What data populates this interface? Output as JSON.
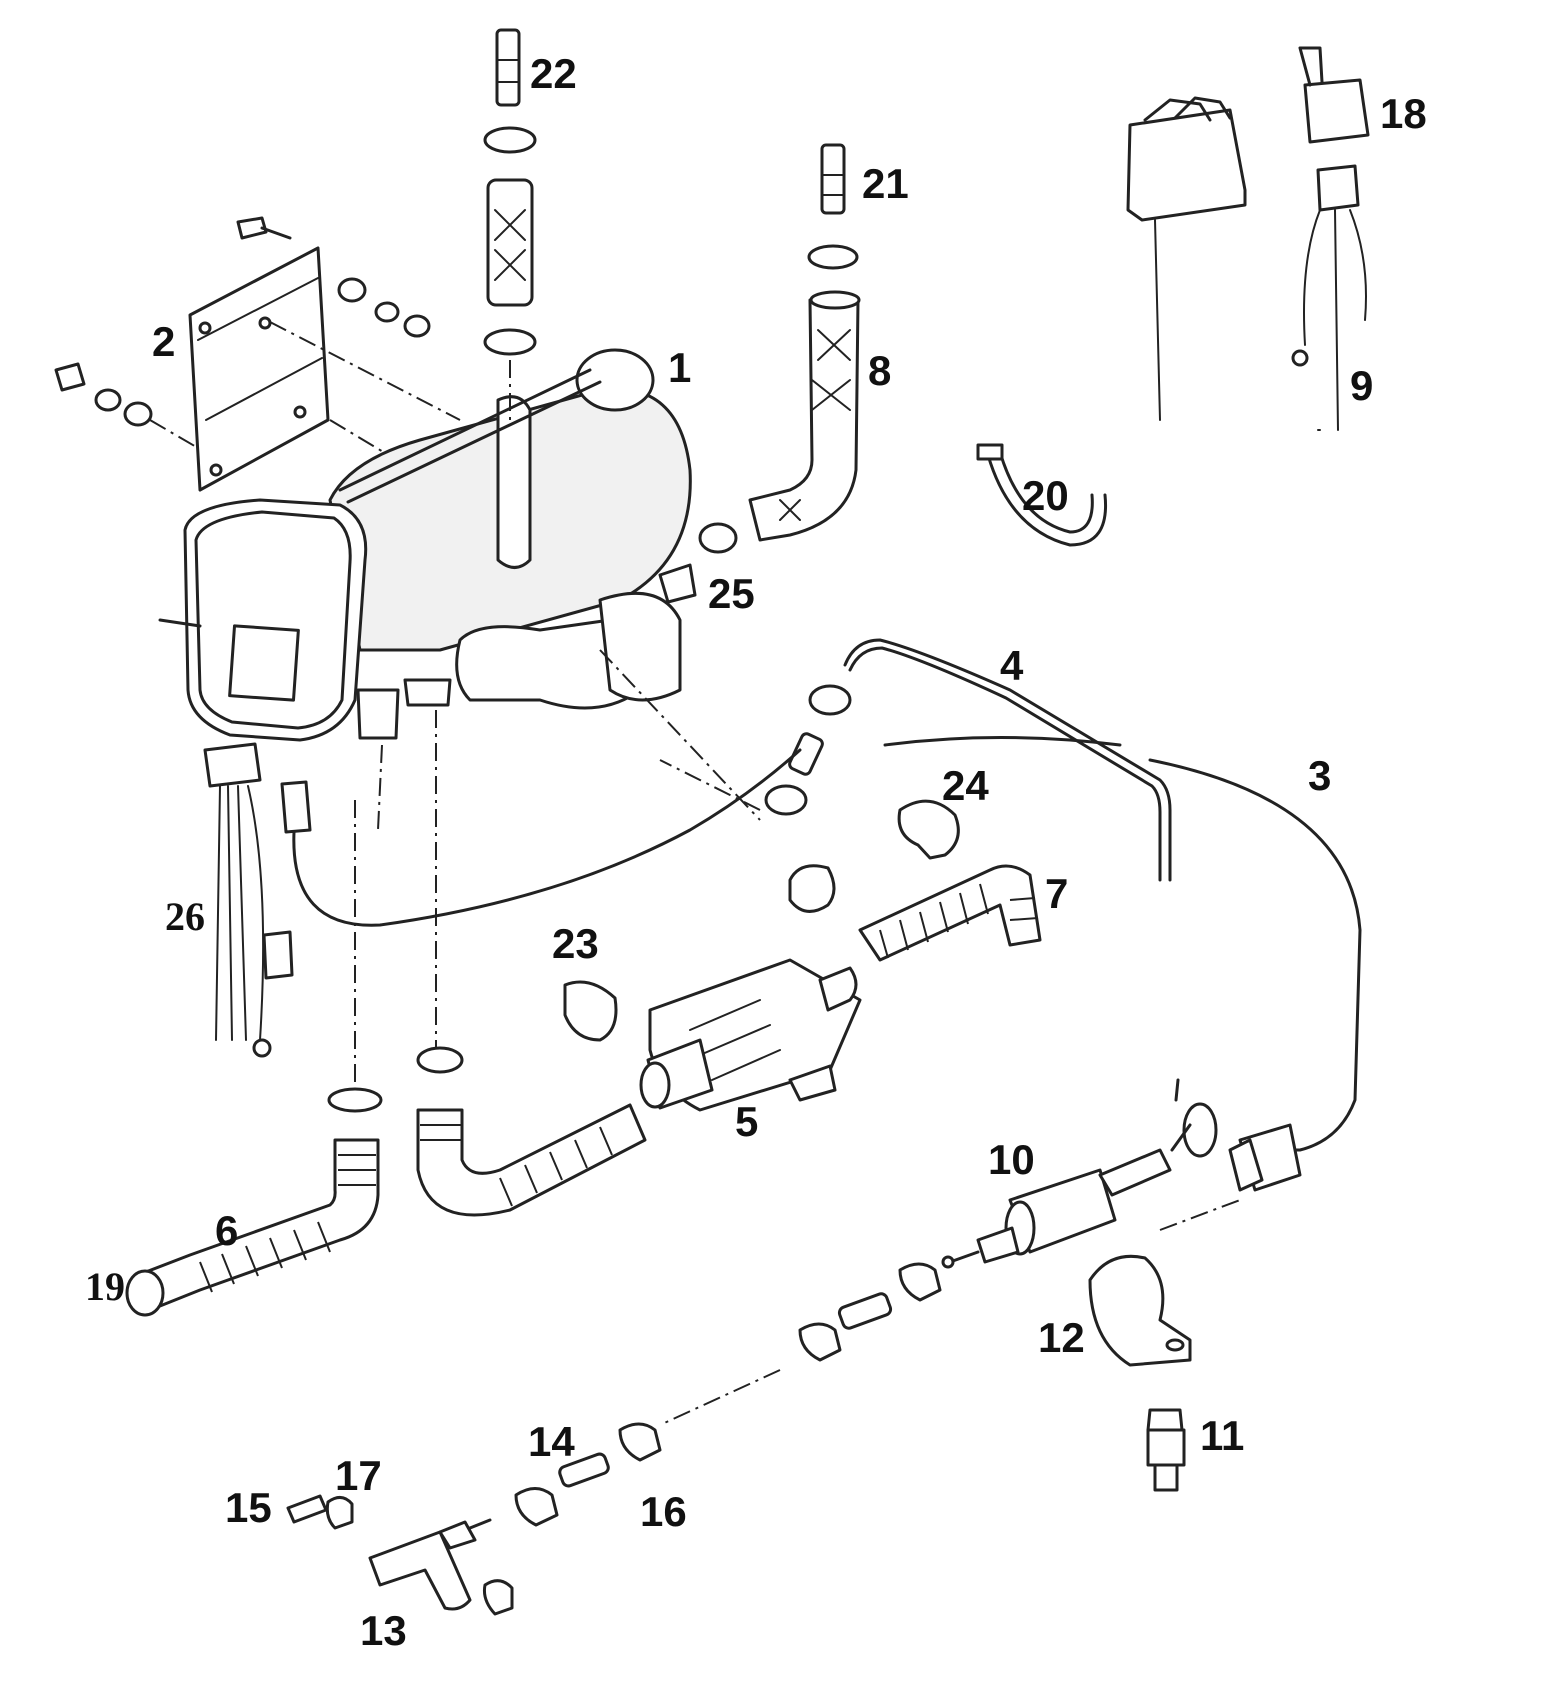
{
  "diagram": {
    "callouts": [
      {
        "key": "p1",
        "text": "1"
      },
      {
        "key": "p2",
        "text": "2"
      },
      {
        "key": "p3",
        "text": "3"
      },
      {
        "key": "p4",
        "text": "4"
      },
      {
        "key": "p5",
        "text": "5"
      },
      {
        "key": "p6",
        "text": "6"
      },
      {
        "key": "p7",
        "text": "7"
      },
      {
        "key": "p8",
        "text": "8"
      },
      {
        "key": "p9",
        "text": "9"
      },
      {
        "key": "p10",
        "text": "10"
      },
      {
        "key": "p11",
        "text": "11"
      },
      {
        "key": "p12",
        "text": "12"
      },
      {
        "key": "p13",
        "text": "13"
      },
      {
        "key": "p14",
        "text": "14"
      },
      {
        "key": "p15",
        "text": "15"
      },
      {
        "key": "p16",
        "text": "16"
      },
      {
        "key": "p17",
        "text": "17"
      },
      {
        "key": "p18",
        "text": "18"
      },
      {
        "key": "p19",
        "text": "19"
      },
      {
        "key": "p20",
        "text": "20"
      },
      {
        "key": "p21",
        "text": "21"
      },
      {
        "key": "p22",
        "text": "22"
      },
      {
        "key": "p23",
        "text": "23"
      },
      {
        "key": "p24",
        "text": "24"
      },
      {
        "key": "p25",
        "text": "25"
      },
      {
        "key": "p26",
        "text": "26"
      }
    ]
  }
}
